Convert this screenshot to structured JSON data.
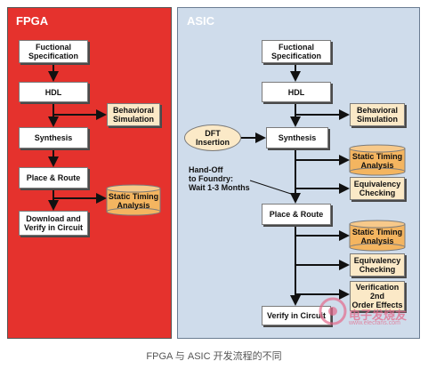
{
  "fpga": {
    "title": "FPGA",
    "steps": [
      "Fuctional\nSpecification",
      "HDL",
      "Synthesis",
      "Place & Route",
      "Download and\nVerify in Circuit"
    ],
    "side": {
      "behavioral": "Behavioral\nSimulation",
      "sta": "Static Timing\nAnalysis"
    }
  },
  "asic": {
    "title": "ASIC",
    "steps": [
      "Fuctional\nSpecification",
      "HDL",
      "Synthesis",
      "Place & Route",
      "Verify in Circuit"
    ],
    "dft": "DFT\nInsertion",
    "handoff": "Hand-Off\nto Foundry:\nWait 1-3 Months",
    "side": {
      "behavioral": "Behavioral\nSimulation",
      "sta1": "Static Timing\nAnalysis",
      "equiv1": "Equivalency\nChecking",
      "sta2": "Static Timing\nAnalysis",
      "equiv2": "Equivalency\nChecking",
      "verification": "Verification\n2nd\nOrder Effects"
    }
  },
  "caption": "FPGA 与 ASIC 开发流程的不同",
  "watermark": {
    "text": "电子发烧友",
    "url": "www.elecfans.com",
    "icon": "elecfans-logo"
  },
  "colors": {
    "fpga_bg": "#e5322d",
    "asic_bg": "#cfdceb",
    "side_box": "#fbe9c7",
    "cylinder": "#f4b560"
  }
}
